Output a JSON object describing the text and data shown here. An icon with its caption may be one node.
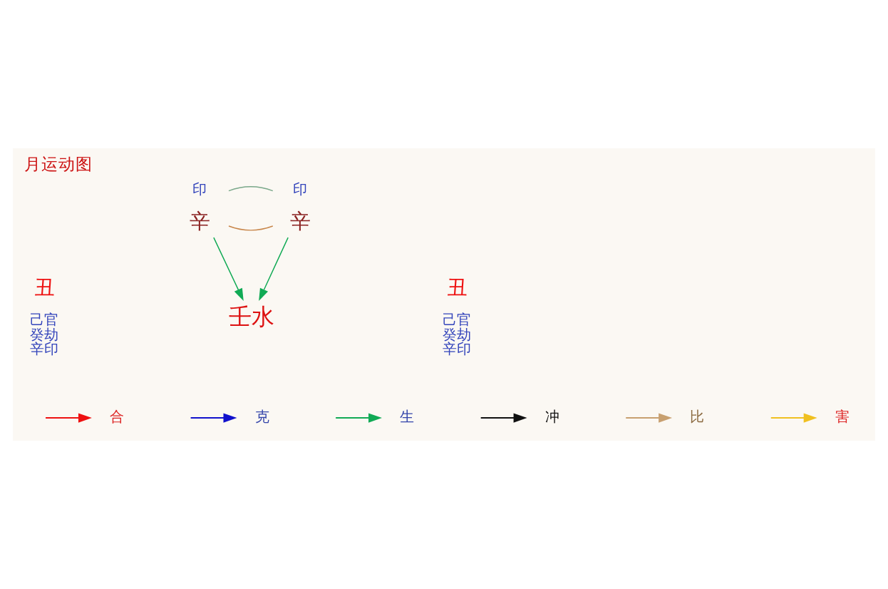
{
  "diagram": {
    "title": "月运动图",
    "nodes": [
      {
        "text": [
          "壬水"
        ]
      },
      {
        "text": [
          "辛"
        ],
        "beside": [
          "印"
        ]
      },
      {
        "text": [
          "辛"
        ],
        "beside": [
          "印"
        ]
      },
      {
        "text": [
          "丑"
        ],
        "beside": [
          "己官",
          "癸劫",
          "辛印"
        ]
      },
      {
        "text": [
          "丑"
        ],
        "beside": [
          "己官",
          "癸劫",
          "辛印"
        ]
      }
    ],
    "edges": [
      {
        "from": 1,
        "to": 0,
        "arrow": "to"
      },
      {
        "from": 2,
        "to": 0,
        "arrow": "to"
      },
      {
        "from": 1,
        "to": 2,
        "arrow": "none",
        "color": "#c8864a"
      },
      {
        "from": 1,
        "to": 2,
        "arrow": "none",
        "color": "#7aa88a"
      }
    ],
    "legend": [
      {
        "text": "合",
        "color": "#ee1111"
      },
      {
        "text": "克",
        "color": "#1111cc"
      },
      {
        "text": "生",
        "color": "#11aa55"
      },
      {
        "text": "冲",
        "color": "#111111"
      },
      {
        "text": "比",
        "color": "#c8a070"
      },
      {
        "text": "害",
        "color": "#f0c020"
      }
    ]
  }
}
